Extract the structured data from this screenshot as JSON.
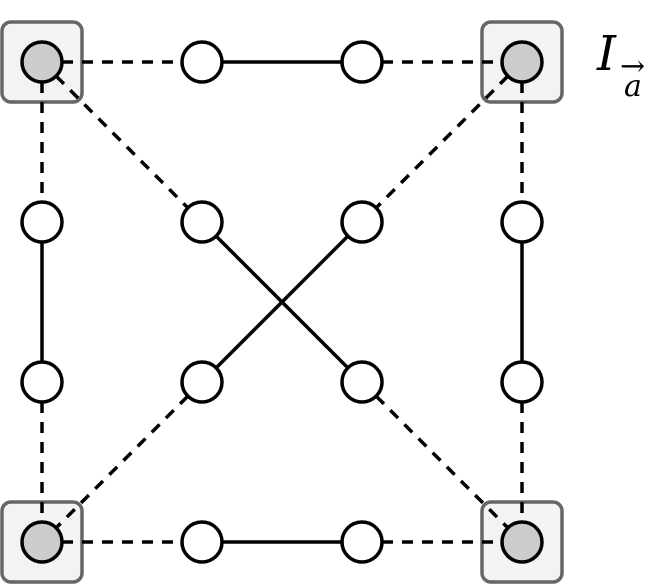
{
  "label": {
    "main": "I",
    "subscript": "a",
    "arrow": "→"
  },
  "colors": {
    "background": "#ffffff",
    "stroke": "#000000",
    "hollow_node_fill": "#ffffff",
    "corner_node_fill": "#cccccc",
    "corner_box_fill": "#f3f3f3",
    "corner_box_stroke": "#666666"
  },
  "nodes": [
    {
      "id": "tl",
      "kind": "corner"
    },
    {
      "id": "tr",
      "kind": "corner"
    },
    {
      "id": "bl",
      "kind": "corner"
    },
    {
      "id": "br",
      "kind": "corner"
    },
    {
      "id": "t1",
      "kind": "hollow"
    },
    {
      "id": "t2",
      "kind": "hollow"
    },
    {
      "id": "b1",
      "kind": "hollow"
    },
    {
      "id": "b2",
      "kind": "hollow"
    },
    {
      "id": "l1",
      "kind": "hollow"
    },
    {
      "id": "l2",
      "kind": "hollow"
    },
    {
      "id": "r1",
      "kind": "hollow"
    },
    {
      "id": "r2",
      "kind": "hollow"
    },
    {
      "id": "c1",
      "kind": "hollow"
    },
    {
      "id": "c2",
      "kind": "hollow"
    },
    {
      "id": "c3",
      "kind": "hollow"
    },
    {
      "id": "c4",
      "kind": "hollow"
    }
  ],
  "edges": [
    {
      "from": "tl",
      "to": "t1",
      "style": "dashed"
    },
    {
      "from": "t1",
      "to": "t2",
      "style": "solid"
    },
    {
      "from": "t2",
      "to": "tr",
      "style": "dashed"
    },
    {
      "from": "bl",
      "to": "b1",
      "style": "dashed"
    },
    {
      "from": "b1",
      "to": "b2",
      "style": "solid"
    },
    {
      "from": "b2",
      "to": "br",
      "style": "dashed"
    },
    {
      "from": "tl",
      "to": "l1",
      "style": "dashed"
    },
    {
      "from": "l1",
      "to": "l2",
      "style": "solid"
    },
    {
      "from": "l2",
      "to": "bl",
      "style": "dashed"
    },
    {
      "from": "tr",
      "to": "r1",
      "style": "dashed"
    },
    {
      "from": "r1",
      "to": "r2",
      "style": "solid"
    },
    {
      "from": "r2",
      "to": "br",
      "style": "dashed"
    },
    {
      "from": "tl",
      "to": "c1",
      "style": "dashed"
    },
    {
      "from": "c1",
      "to": "c4",
      "style": "solid"
    },
    {
      "from": "c4",
      "to": "br",
      "style": "dashed"
    },
    {
      "from": "tr",
      "to": "c2",
      "style": "dashed"
    },
    {
      "from": "c2",
      "to": "c3",
      "style": "solid"
    },
    {
      "from": "c3",
      "to": "bl",
      "style": "dashed"
    }
  ]
}
